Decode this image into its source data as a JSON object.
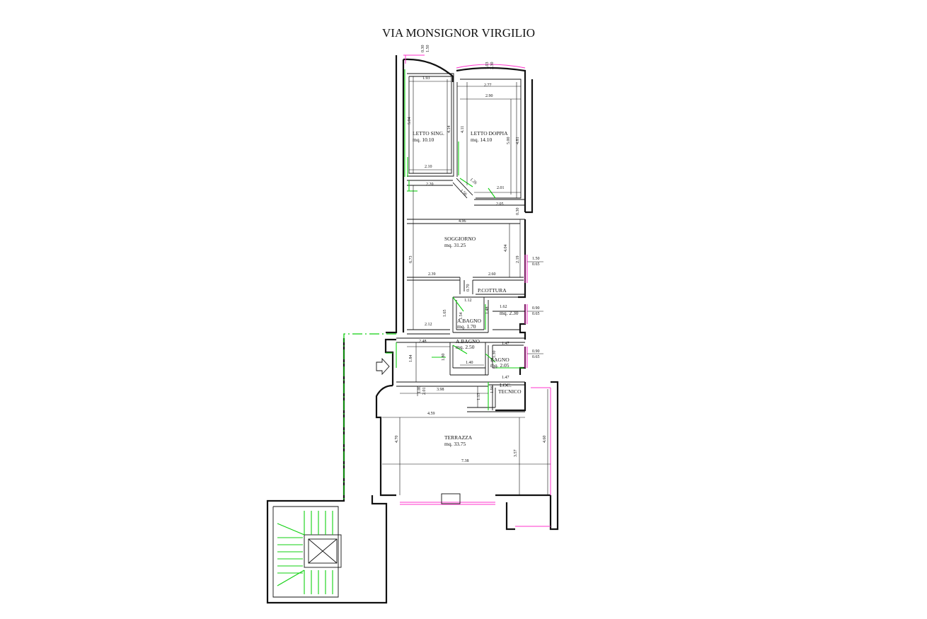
{
  "street_label": "VIA MONSIGNOR VIRGILIO",
  "rooms": [
    {
      "id": "letto_sing",
      "name": "LETTO SING.",
      "area": "mq. 10.10"
    },
    {
      "id": "letto_doppia",
      "name": "LETTO DOPPIA",
      "area": "mq. 14.10"
    },
    {
      "id": "soggiorno",
      "name": "SOGGIORNO",
      "area": "mq. 31.25"
    },
    {
      "id": "p_cottura",
      "name": "P.COTTURA",
      "area": ""
    },
    {
      "id": "a_bagno_1",
      "name": "A.BAGNO",
      "area": "mq. 1.70"
    },
    {
      "id": "ripostiglio",
      "name": "",
      "area": "mq. 2.30"
    },
    {
      "id": "a_bagno_2",
      "name": "A.BAGNO",
      "area": "mq. 2.50"
    },
    {
      "id": "bagno",
      "name": "BAGNO",
      "area": "mq. 2.05"
    },
    {
      "id": "loc_tecnico",
      "name": "LOC.",
      "name2": "TECNICO",
      "area": ""
    },
    {
      "id": "terrazza",
      "name": "TERRAZZA",
      "area": "mq. 33.75"
    }
  ],
  "dimensions": {
    "d_1_93": "1.93",
    "d_2_77": "2.77",
    "d_2_90": "2.90",
    "d_5_04": "5.04",
    "d_4_14": "4.14",
    "d_4_11": "4.11",
    "d_5_00": "5.00",
    "d_4_81": "4.81",
    "d_2_10": "2.10",
    "d_2_20": "2.20",
    "d_1_56": "1.56",
    "d_1_26": "1.26",
    "d_2_01": "2.01",
    "d_2_05": "2.05",
    "d_0_30": "0.30",
    "d_4_96": "4.96",
    "d_6_73": "6.73",
    "d_4_04": "4.04",
    "d_2_19": "2.19",
    "d_2_39": "2.39",
    "d_2_60": "2.60",
    "d_1_50": "1.50",
    "d_0_65a": "0.65",
    "d_0_70": "0.70",
    "d_1_12": "1.12",
    "d_1_62": "1.62",
    "d_0_90a": "0.90",
    "d_0_65b": "0.65",
    "d_1_65": "1.65",
    "d_1_54": "1.54",
    "d_1_48": "1.48",
    "d_2_12": "2.12",
    "d_2_48": "2.48",
    "d_1_47a": "1.47",
    "d_1_80": "1.80",
    "d_1_30": "1.30",
    "d_0_90b": "0.90",
    "d_0_65c": "0.65",
    "d_1_84": "1.84",
    "d_1_40": "1.40",
    "d_1_47b": "1.47",
    "d_1_00": "1.00",
    "d_2_01b": "2.01",
    "d_3_98": "3.98",
    "d_1_56b": "1.56",
    "d_1_13": "1.13",
    "d_4_59": "4.59",
    "d_4_70": "4.70",
    "d_3_57": "3.57",
    "d_4_60": "4.60",
    "d_7_38": "7.38",
    "d_top1": "0.30",
    "d_top2": "1.50",
    "d_top3": "1.03",
    "d_top4": "2.30"
  },
  "line_colors": {
    "walls": "#111111",
    "openings": "#10d010",
    "windows": "#ff33cc"
  },
  "icons": [
    "entrance-arrow-icon",
    "stair-hatch-icon"
  ]
}
